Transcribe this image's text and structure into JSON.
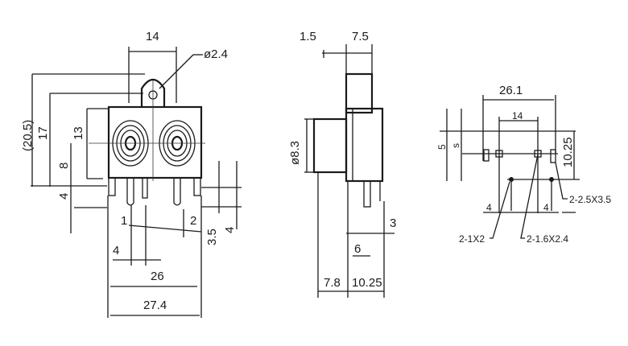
{
  "front_view": {
    "dim_width_top": "14",
    "dim_hole": "ø2.4",
    "dim_total_height": "(20.5)",
    "dim_height_17": "17",
    "dim_body_height": "13",
    "dim_center_height": "8",
    "dim_pin_length": "4",
    "dim_pin_1": "1",
    "dim_pin_2": "2",
    "dim_pin_3_5": "3.5",
    "dim_pin_4_right": "4",
    "dim_pin_offset": "4",
    "dim_pitch_26": "26",
    "dim_overall_width": "27.4"
  },
  "side_view": {
    "dim_1_5": "1.5",
    "dim_7_5": "7.5",
    "dim_diameter": "ø8.3",
    "dim_3": "3",
    "dim_6": "6",
    "dim_7_8": "7.8",
    "dim_10_25": "10.25"
  },
  "footprint": {
    "dim_26_1": "26.1",
    "dim_14": "14",
    "dim_5": "5",
    "dim_s": "s",
    "dim_10_25": "10.25",
    "hole_label_slots": "2-2.5X3.5",
    "dim_4_left": "4",
    "dim_4_right": "4",
    "hole_label_small": "2-1X2",
    "hole_label_mid": "2-1.6X2.4"
  }
}
